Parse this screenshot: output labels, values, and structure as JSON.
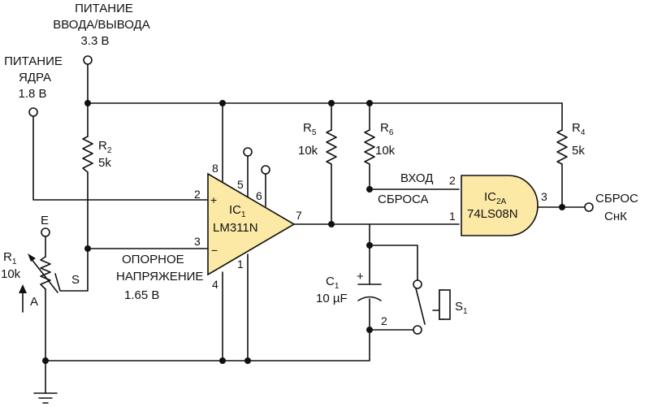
{
  "colors": {
    "component_fill": "#fce9a6",
    "wire": "#111111"
  },
  "supplies": {
    "io": {
      "line1": "ПИТАНИЕ",
      "line2": "ВВОДА/ВЫВОДА",
      "value": "3.3 В"
    },
    "core": {
      "line1": "ПИТАНИЕ",
      "line2": "ЯДРА",
      "value": "1.8 В"
    }
  },
  "resistors": {
    "r1": {
      "name": "R",
      "sub": "1",
      "value": "10k",
      "tap_e": "E",
      "tap_s": "S",
      "tap_a": "A"
    },
    "r2": {
      "name": "R",
      "sub": "2",
      "value": "5k"
    },
    "r4": {
      "name": "R",
      "sub": "4",
      "value": "5k"
    },
    "r5": {
      "name": "R",
      "sub": "5",
      "value": "10k"
    },
    "r6": {
      "name": "R",
      "sub": "6",
      "value": "10k"
    }
  },
  "comparator": {
    "name": "IC",
    "sub": "1",
    "part": "LM311N",
    "plus": "+",
    "minus": "−",
    "pins": {
      "p2": "2",
      "p3": "3",
      "p4": "4",
      "p5": "5",
      "p6": "6",
      "p7": "7",
      "p8": "8",
      "p1": "1"
    }
  },
  "gate": {
    "name": "IC",
    "sub": "2A",
    "part": "74LS08N",
    "pins": {
      "in2": "2",
      "in1": "1",
      "out3": "3"
    }
  },
  "reference": {
    "line1": "ОПОРНОЕ",
    "line2": "НАПРЯЖЕНИЕ",
    "value": "1.65 В"
  },
  "reset_input": {
    "line1": "ВХОД",
    "line2": "СБРОСА"
  },
  "reset_output": {
    "line1": "СБРОС",
    "line2": "СнК"
  },
  "capacitor": {
    "name": "C",
    "sub": "1",
    "value": "10 µF",
    "polarity": "+"
  },
  "switch": {
    "name": "S",
    "sub": "1",
    "pin": "2"
  }
}
